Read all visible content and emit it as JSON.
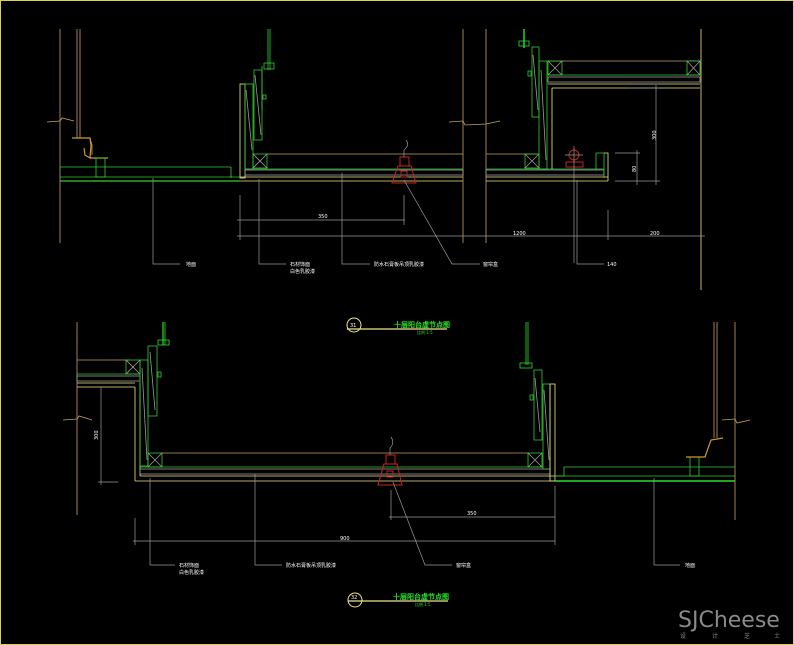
{
  "drawing": {
    "colors": {
      "background": "#000000",
      "wall": "#c8a060",
      "green": "#33cc33",
      "bright_green": "#29e02a",
      "yellow": "#f0e68c",
      "grey": "#9a9a9a",
      "red": "#cc2222",
      "frame": "#d8d05a"
    },
    "top_detail": {
      "marker_number": "31",
      "title": "十层阳台虚节点图",
      "scale_note": "比例 1:5",
      "dimensions": {
        "d350": "350",
        "d1200": "1200",
        "d200": "200",
        "d300_vertical": "300",
        "d80_vertical": "80"
      },
      "leaders": [
        {
          "text": "地面"
        },
        {
          "text": "石材饰面",
          "text2": "白色乳胶漆"
        },
        {
          "text": "防水石膏板吊顶乳胶漆"
        },
        {
          "text": "窗帘盒"
        },
        {
          "text": "140"
        }
      ]
    },
    "bottom_detail": {
      "marker_number": "32",
      "title": "十层阳台虚节点图",
      "scale_note": "比例 1:5",
      "dimensions": {
        "d300_vertical": "300",
        "d900": "900",
        "d350": "350"
      },
      "leaders": [
        {
          "text": "石材饰面",
          "text2": "白色乳胶漆"
        },
        {
          "text": "防水石膏板吊顶乳胶漆"
        },
        {
          "text": "窗帘盒"
        },
        {
          "text": "地面"
        }
      ]
    },
    "watermark": {
      "brand": "SJCheese",
      "tagline": [
        "设",
        "计",
        "芝",
        "士"
      ]
    }
  }
}
